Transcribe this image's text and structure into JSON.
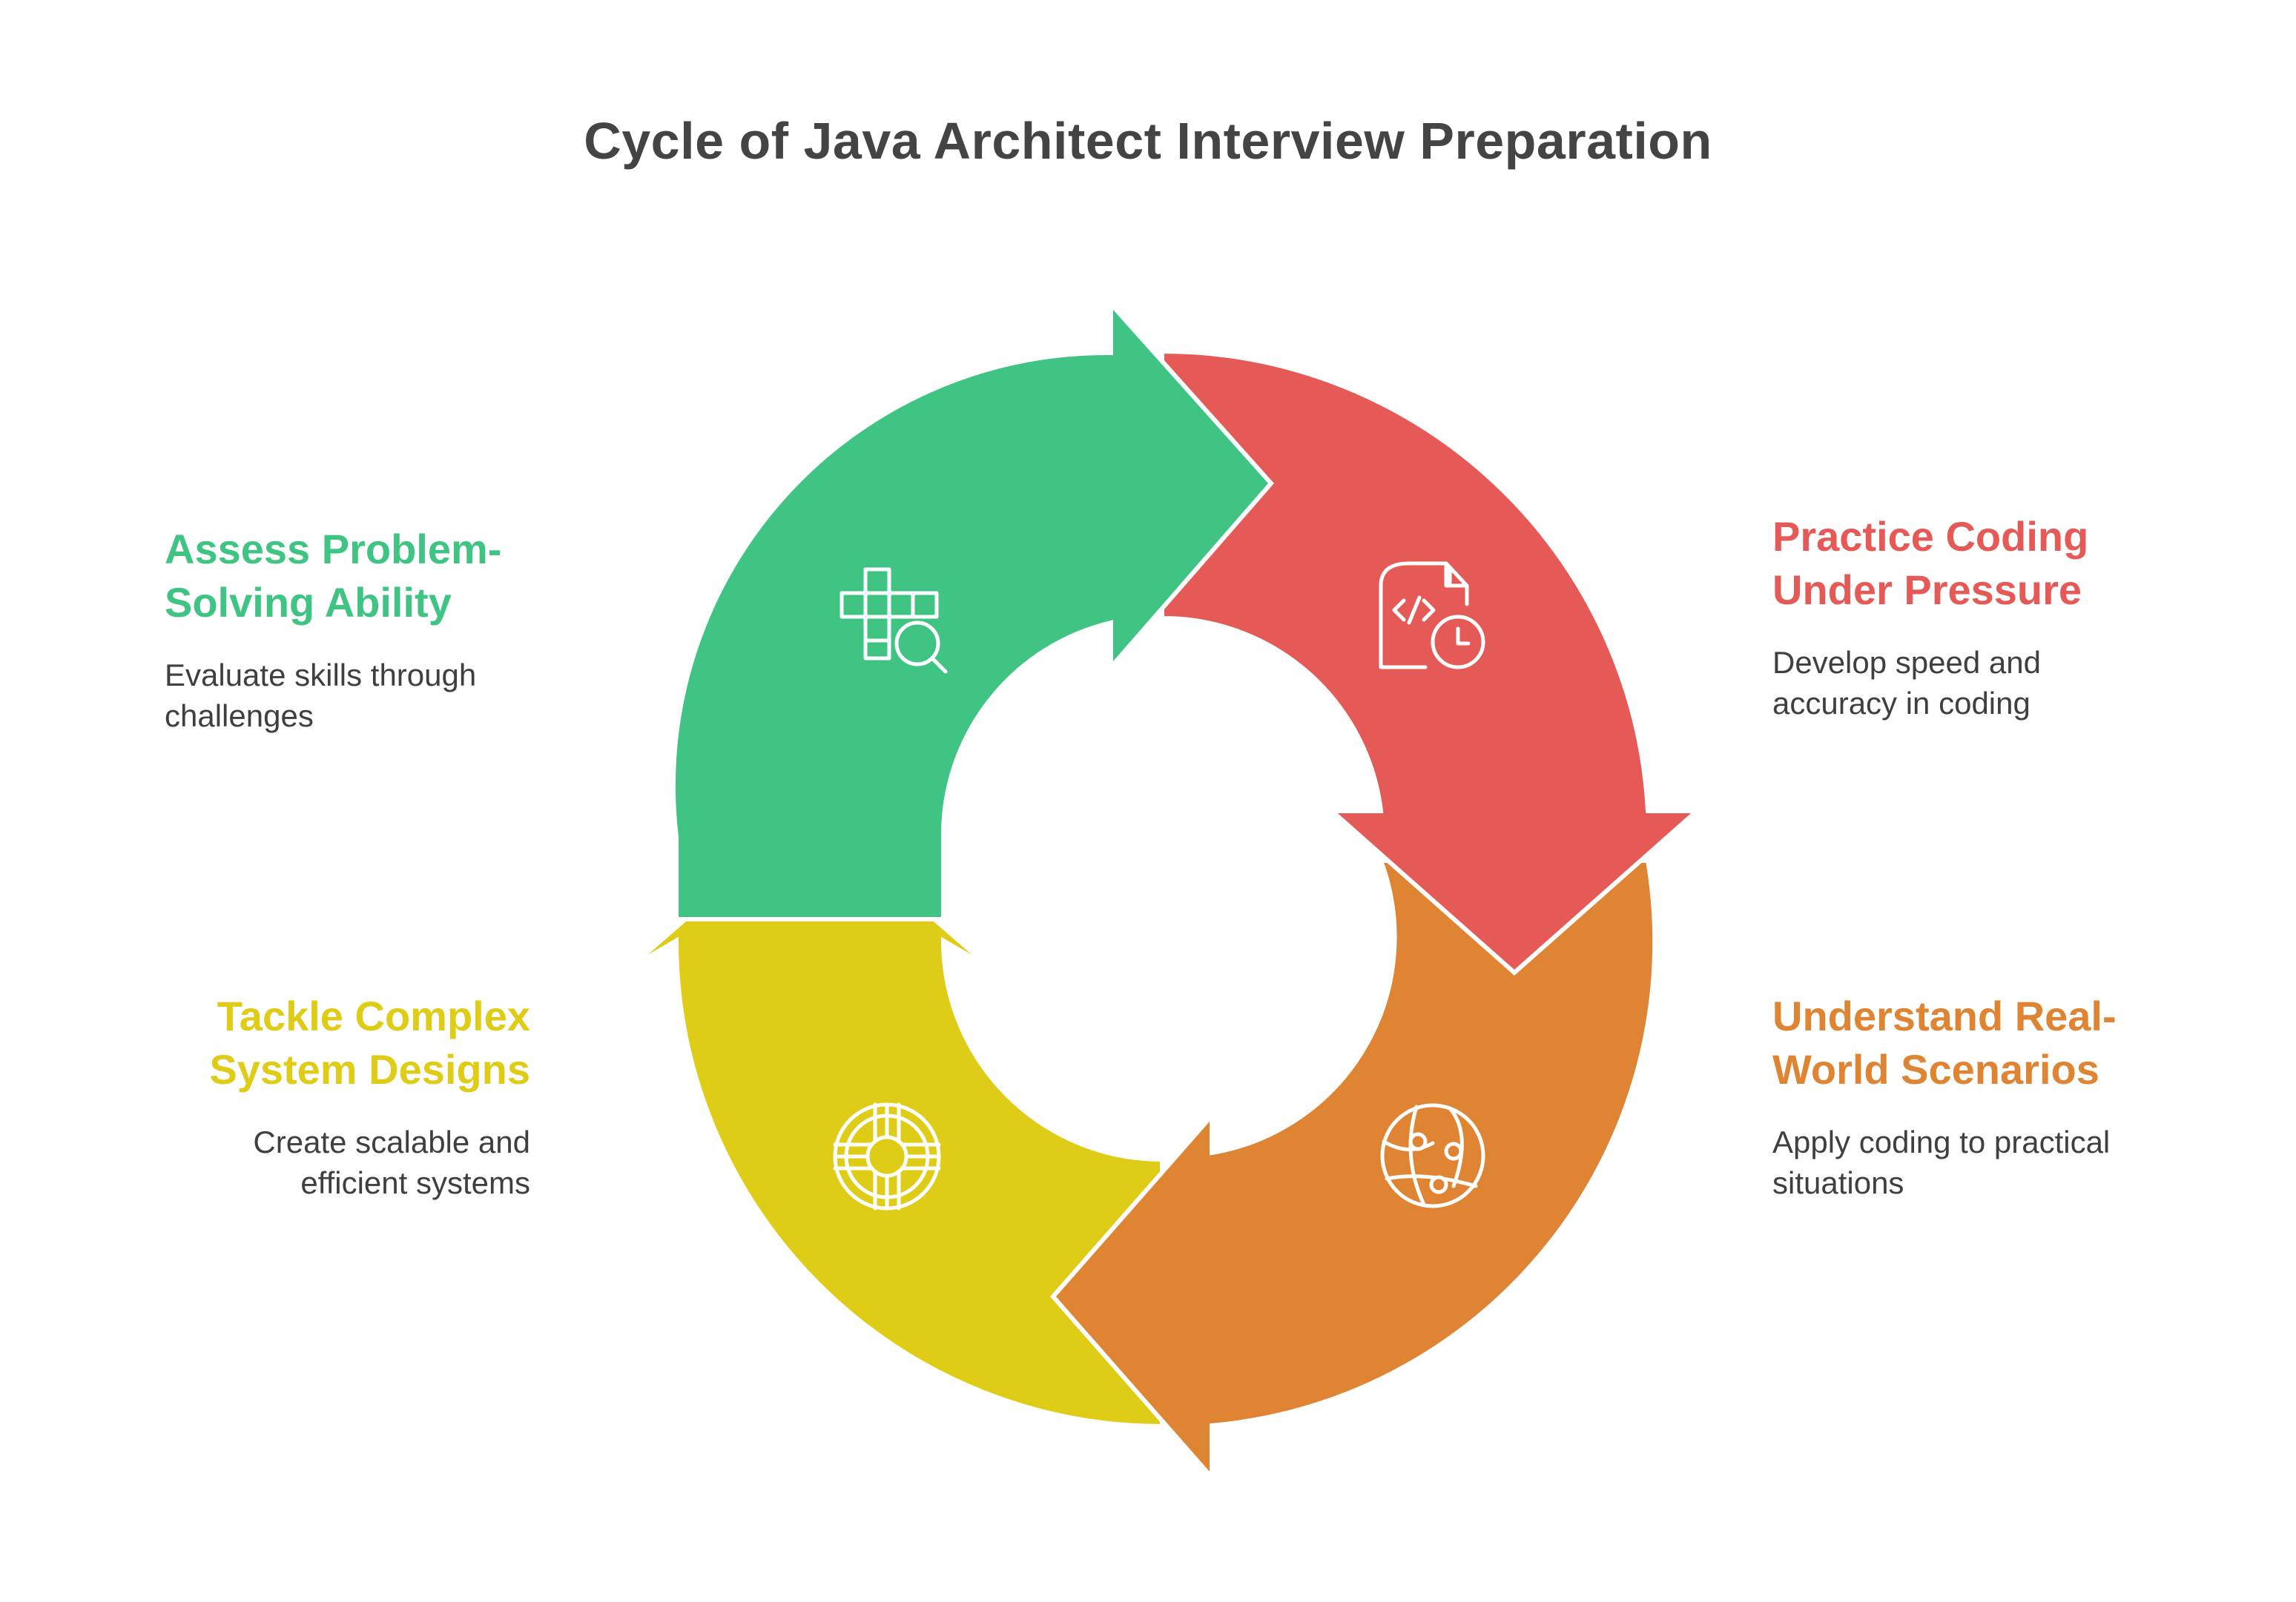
{
  "title": "Cycle of Java Architect Interview Preparation",
  "stages": [
    {
      "id": "assess",
      "title": "Assess Problem-Solving Ability",
      "title_lines": [
        "Assess Problem-",
        "Solving Ability"
      ],
      "description_lines": [
        "Evaluate skills through",
        "challenges"
      ],
      "color": "#3FC484",
      "icon": "crossword-search-icon"
    },
    {
      "id": "practice",
      "title": "Practice Coding Under Pressure",
      "title_lines": [
        "Practice Coding",
        "Under Pressure"
      ],
      "description_lines": [
        "Develop speed and",
        "accuracy in coding"
      ],
      "color": "#E55A56",
      "icon": "code-file-clock-icon"
    },
    {
      "id": "understand",
      "title": "Understand Real-World Scenarios",
      "title_lines": [
        "Understand Real-",
        "World Scenarios"
      ],
      "description_lines": [
        "Apply coding to practical",
        "situations"
      ],
      "color": "#DE8432",
      "icon": "globe-network-icon"
    },
    {
      "id": "tackle",
      "title": "Tackle Complex System Designs",
      "title_lines": [
        "Tackle Complex",
        "System Designs"
      ],
      "description_lines": [
        "Create scalable and",
        "efficient systems"
      ],
      "color": "#DFCC17",
      "icon": "target-ring-icon"
    }
  ]
}
